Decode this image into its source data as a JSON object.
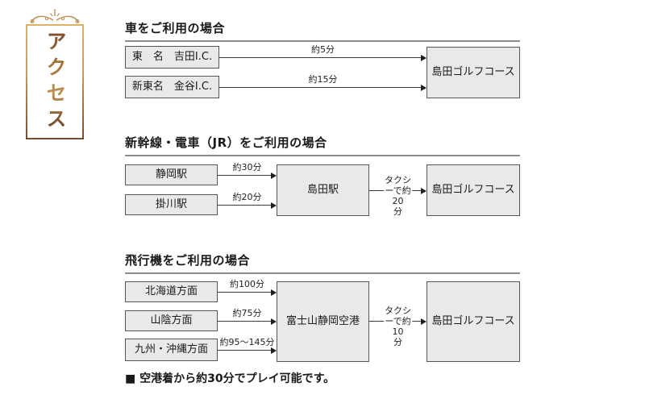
{
  "banner": {
    "text": "アクセス"
  },
  "sections": {
    "car": {
      "title": "車をご利用の場合",
      "sources": [
        "東　名　吉田I.C.",
        "新東名　金谷I.C."
      ],
      "arrows": [
        "約5分",
        "約15分"
      ],
      "destination": "島田ゴルフコース"
    },
    "train": {
      "title": "新幹線・電車（JR）をご利用の場合",
      "sources": [
        "静岡駅",
        "掛川駅"
      ],
      "arrows": [
        "約30分",
        "約20分"
      ],
      "hub": "島田駅",
      "taxi_arrow": "タクシーで約20\n分",
      "destination": "島田ゴルフコース"
    },
    "plane": {
      "title": "飛行機をご利用の場合",
      "sources": [
        "北海道方面",
        "山陰方面",
        "九州・沖縄方面"
      ],
      "arrows": [
        "約100分",
        "約75分",
        "約95〜145分"
      ],
      "hub": "富士山静岡空港",
      "taxi_arrow": "タクシーで約10\n分",
      "destination": "島田ゴルフコース"
    }
  },
  "note": "■ 空港着から約30分でプレイ可能です。",
  "colors": {
    "gold": "#c59a52",
    "brown": "#6e4226",
    "box_fill": "#e9e9e9",
    "box_border": "#555555",
    "underline": "#8c8c8c",
    "arrow": "#1f1f1f"
  }
}
